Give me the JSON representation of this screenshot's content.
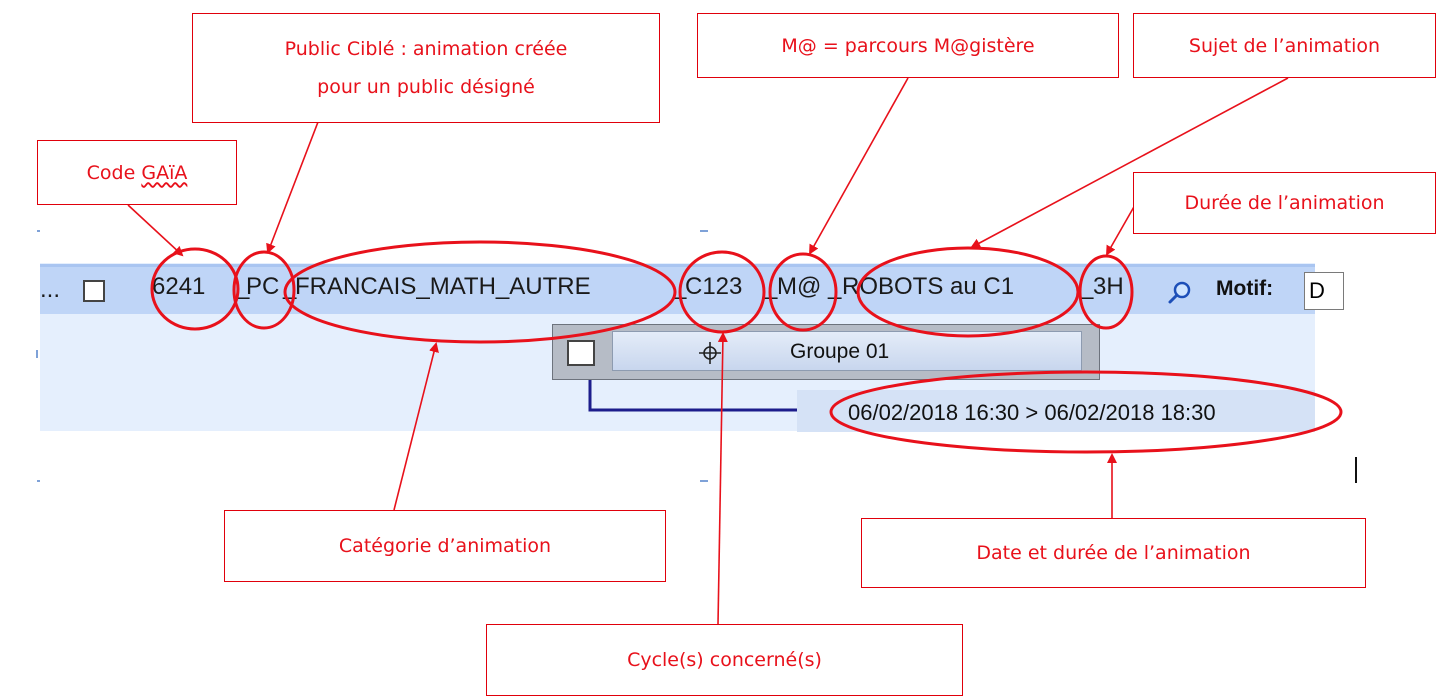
{
  "callouts": {
    "public_cible_line1": "Public Ciblé : animation créée",
    "public_cible_line2": "pour un public désigné",
    "magistere": "M@ = parcours M@gistère",
    "sujet": "Sujet de l’animation",
    "code_prefix": "Code ",
    "code_word": "GAïA",
    "duree": "Durée de l’animation",
    "categorie": "Catégorie d’animation",
    "date_duree": "Date et durée de l’animation",
    "cycles": "Cycle(s) concerné(s)"
  },
  "row": {
    "ellipsis": "...",
    "code": "6241",
    "sep1": "_",
    "public": "PC",
    "sep2": "_",
    "category": "FRANCAIS_MATH_AUTRE",
    "sep3": "_",
    "cycle": "C123",
    "sep4": "_",
    "magistere": "M@",
    "sep5": "_",
    "subject": "ROBOTS au C1",
    "sep6": "_",
    "duration": "3H",
    "motif_label": "Motif:",
    "motif_value": "D"
  },
  "group": {
    "label": "Groupe 01",
    "date_range": "06/02/2018 16:30 > 06/02/2018 18:30"
  },
  "colors": {
    "annotation_red": "#e8111b",
    "row_blue": "#bfd5f7",
    "connector_navy": "#1c1c8c"
  },
  "icons": {
    "search": "magnifier-icon",
    "target": "crosshair-icon"
  }
}
